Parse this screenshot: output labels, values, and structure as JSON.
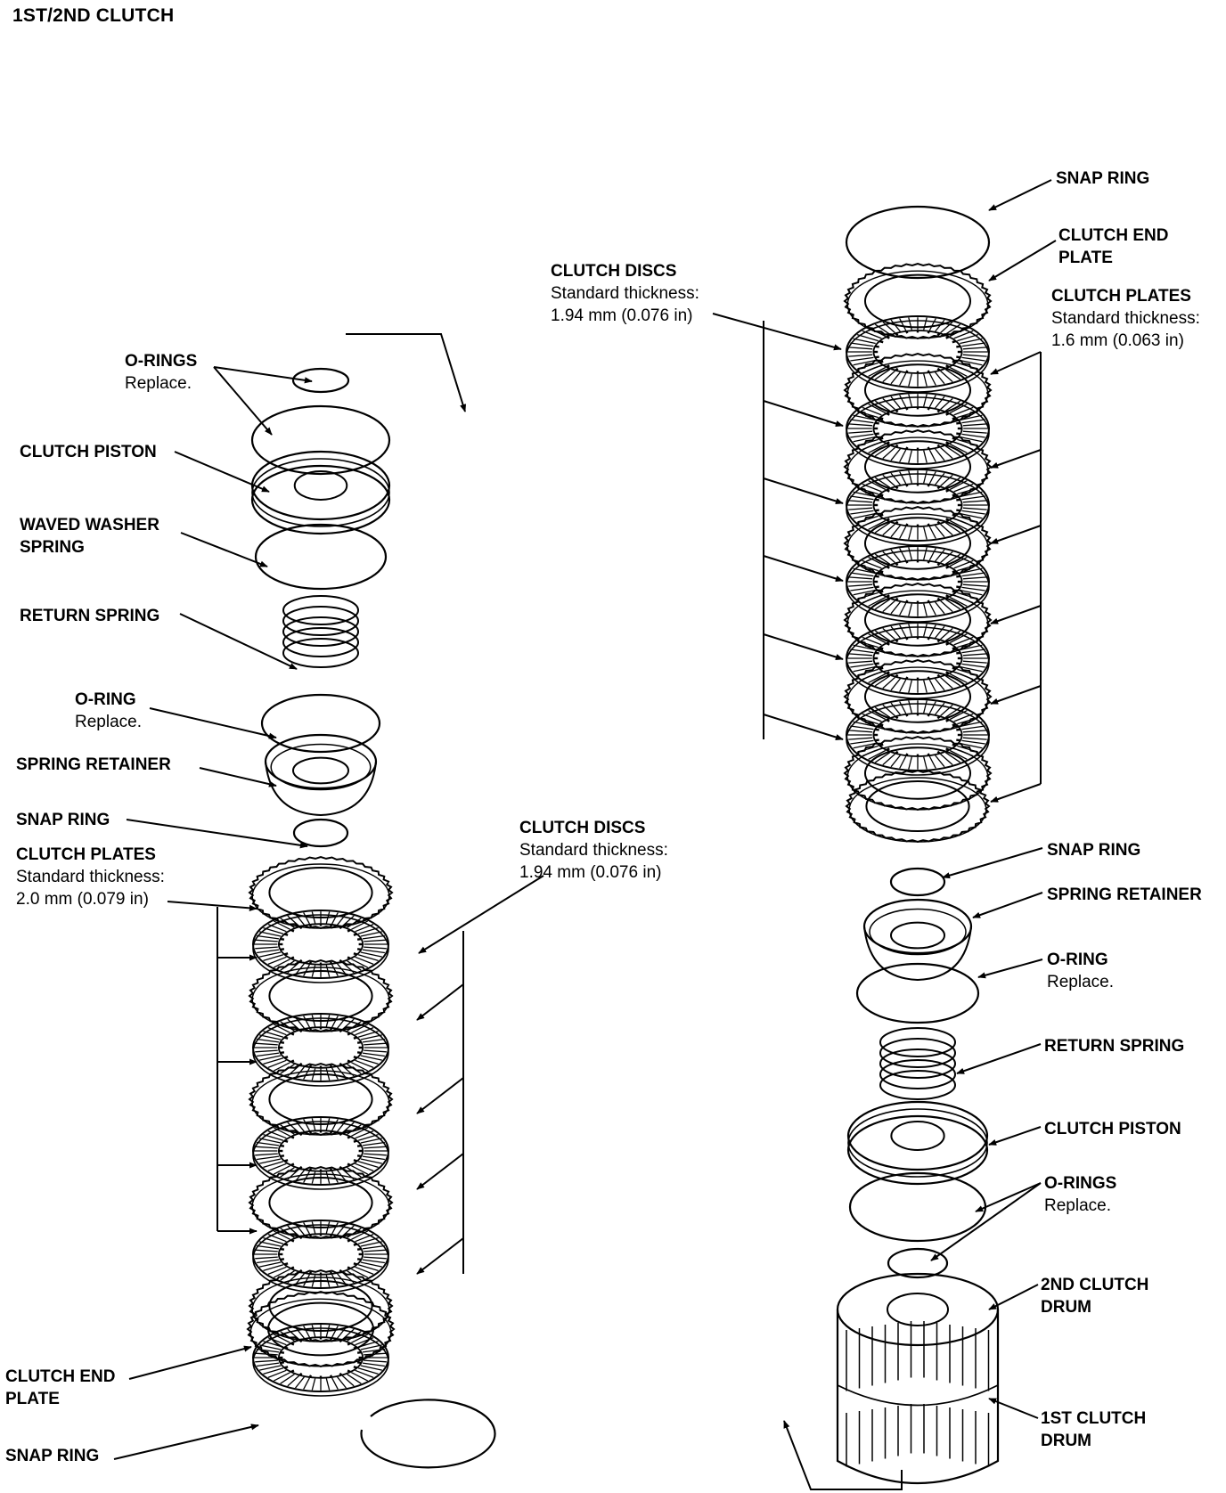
{
  "title": "1ST/2ND CLUTCH",
  "left_labels": {
    "o_rings_top": {
      "name": "O-RINGS",
      "note": "Replace."
    },
    "clutch_piston": {
      "name": "CLUTCH PISTON"
    },
    "waved_washer": {
      "name_1": "WAVED WASHER",
      "name_2": "SPRING"
    },
    "return_spring": {
      "name": "RETURN SPRING"
    },
    "o_ring": {
      "name": "O-RING",
      "note": "Replace."
    },
    "spring_retainer": {
      "name": "SPRING RETAINER"
    },
    "snap_ring_top": {
      "name": "SNAP RING"
    },
    "clutch_plates": {
      "name": "CLUTCH PLATES",
      "note_1": "Standard thickness:",
      "note_2": "2.0 mm (0.079 in)"
    },
    "clutch_discs": {
      "name": "CLUTCH DISCS",
      "note_1": "Standard thickness:",
      "note_2": "1.94 mm (0.076 in)"
    },
    "clutch_end_plate": {
      "name_1": "CLUTCH END",
      "name_2": "PLATE"
    },
    "snap_ring_bottom": {
      "name": "SNAP RING"
    }
  },
  "right_labels": {
    "snap_ring_top": {
      "name": "SNAP RING"
    },
    "clutch_end_plate": {
      "name_1": "CLUTCH END",
      "name_2": "PLATE"
    },
    "clutch_discs": {
      "name": "CLUTCH DISCS",
      "note_1": "Standard thickness:",
      "note_2": "1.94 mm (0.076 in)"
    },
    "clutch_plates": {
      "name": "CLUTCH PLATES",
      "note_1": "Standard thickness:",
      "note_2": "1.6 mm (0.063 in)"
    },
    "snap_ring_mid": {
      "name": "SNAP RING"
    },
    "spring_retainer": {
      "name": "SPRING RETAINER"
    },
    "o_ring": {
      "name": "O-RING",
      "note": "Replace."
    },
    "return_spring": {
      "name": "RETURN SPRING"
    },
    "clutch_piston": {
      "name": "CLUTCH PISTON"
    },
    "o_rings": {
      "name": "O-RINGS",
      "note": "Replace."
    },
    "drum_2nd": {
      "name_1": "2ND CLUTCH",
      "name_2": "DRUM"
    },
    "drum_1st": {
      "name_1": "1ST CLUTCH",
      "name_2": "DRUM"
    }
  }
}
